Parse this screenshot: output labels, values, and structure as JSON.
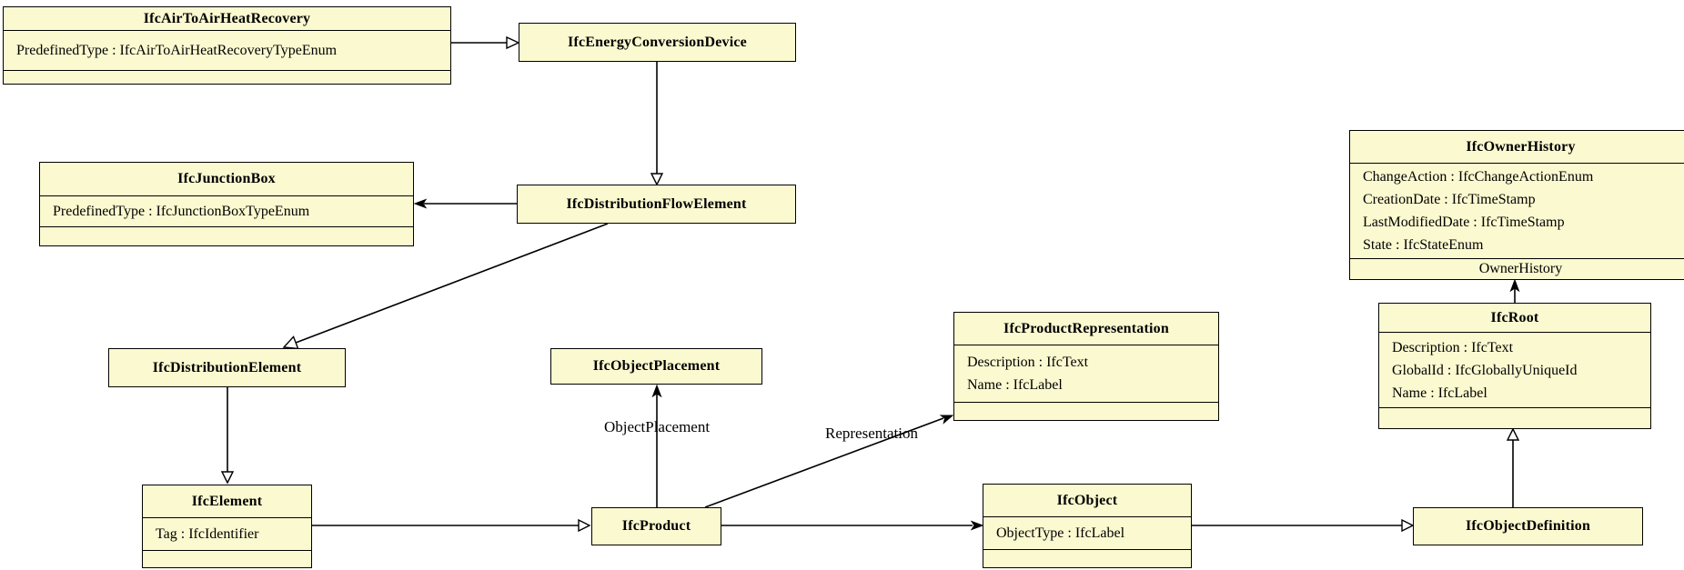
{
  "diagram": {
    "classes": {
      "air": {
        "title": "IfcAirToAirHeatRecovery",
        "attributes": [
          "PredefinedType : IfcAirToAirHeatRecoveryTypeEnum"
        ]
      },
      "ecd": {
        "title": "IfcEnergyConversionDevice"
      },
      "jb": {
        "title": "IfcJunctionBox",
        "attributes": [
          "PredefinedType : IfcJunctionBoxTypeEnum"
        ]
      },
      "dfe": {
        "title": "IfcDistributionFlowElement"
      },
      "de": {
        "title": "IfcDistributionElement"
      },
      "op": {
        "title": "IfcObjectPlacement"
      },
      "pr": {
        "title": "IfcProductRepresentation",
        "attributes": [
          "Description : IfcText",
          "Name : IfcLabel"
        ]
      },
      "oh": {
        "title": "IfcOwnerHistory",
        "attributes": [
          "ChangeAction : IfcChangeActionEnum",
          "CreationDate : IfcTimeStamp",
          "LastModifiedDate : IfcTimeStamp",
          "State : IfcStateEnum"
        ],
        "footer_label": "OwnerHistory"
      },
      "root": {
        "title": "IfcRoot",
        "attributes": [
          "Description : IfcText",
          "GlobalId : IfcGloballyUniqueId",
          "Name : IfcLabel"
        ]
      },
      "el": {
        "title": "IfcElement",
        "attributes": [
          "Tag : IfcIdentifier"
        ]
      },
      "prod": {
        "title": "IfcProduct"
      },
      "obj": {
        "title": "IfcObject",
        "attributes": [
          "ObjectType : IfcLabel"
        ]
      },
      "objdef": {
        "title": "IfcObjectDefinition"
      }
    },
    "edge_labels": {
      "object_placement": "ObjectPlacement",
      "representation": "Representation"
    },
    "colors": {
      "box_fill": "#FBF9D0",
      "box_border": "#000000",
      "line": "#000000",
      "background": "#FFFFFF"
    }
  }
}
